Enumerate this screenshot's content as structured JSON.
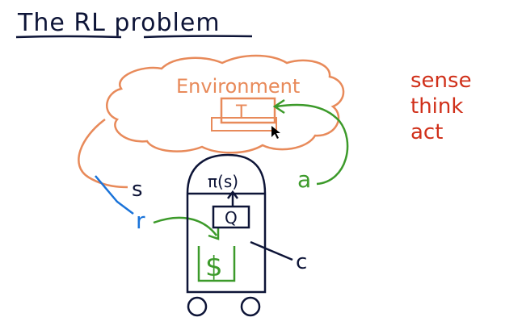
{
  "title": "The RL problem",
  "environment": {
    "label": "Environment",
    "inner_label": "T"
  },
  "agent": {
    "policy_label": "π(s)",
    "q_label": "Q",
    "reward_symbol": "$"
  },
  "signals": {
    "state": "s",
    "reward": "r",
    "action": "a",
    "c": "c"
  },
  "loop_words": [
    "sense",
    "think",
    "act"
  ],
  "colors": {
    "ink": "#0d1437",
    "environment": "#e88a5a",
    "reward": "#1a73d9",
    "action": "#3c9a2a",
    "loop_words": "#d0301a"
  }
}
